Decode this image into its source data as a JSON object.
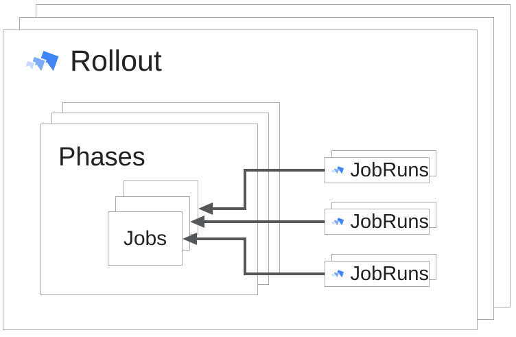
{
  "diagram": {
    "rollout": {
      "title": "Rollout"
    },
    "phases": {
      "title": "Phases"
    },
    "jobs": {
      "title": "Jobs"
    },
    "jobruns": [
      {
        "label": "JobRuns"
      },
      {
        "label": "JobRuns"
      },
      {
        "label": "JobRuns"
      }
    ]
  },
  "icon": {
    "name": "cloud-deploy-icon",
    "colors": {
      "dark": "#4285F4",
      "medium": "#7BAAF7",
      "light": "#C6DAFC"
    }
  },
  "style": {
    "border_color": "#a9a9a9",
    "arrow_color": "#54585b",
    "text_color": "#212121",
    "background": "#ffffff"
  }
}
